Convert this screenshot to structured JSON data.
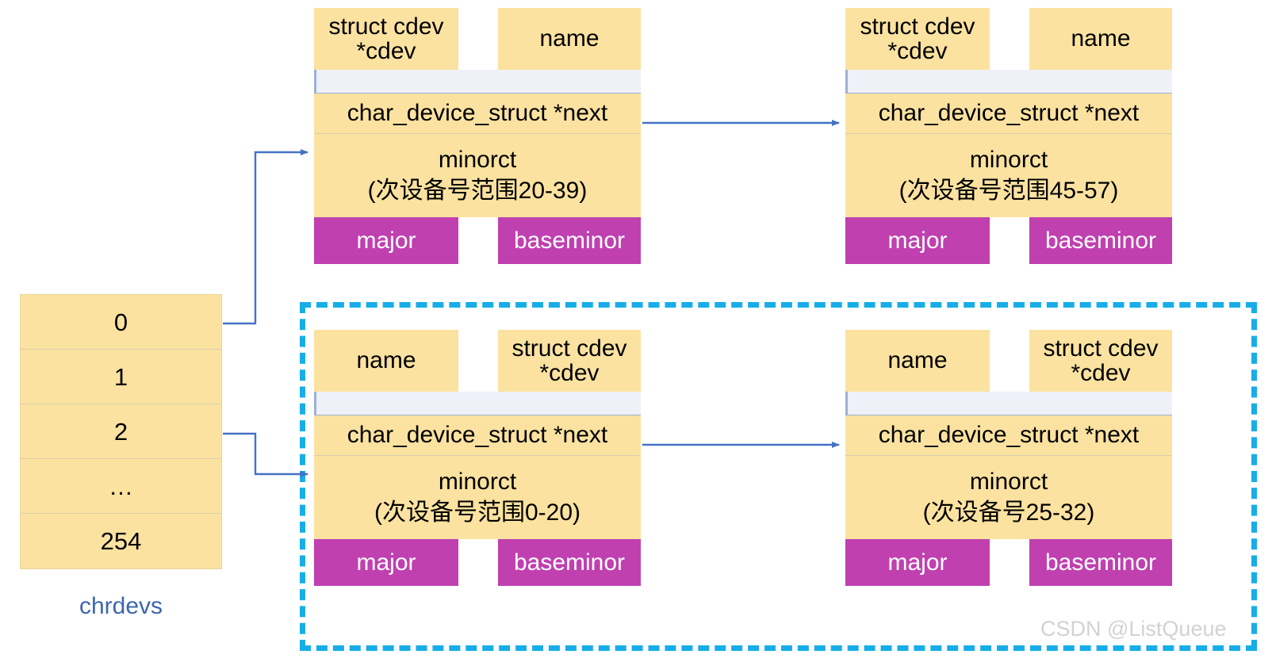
{
  "diagram": {
    "title": "chrdevs char_device_struct hash table",
    "colors": {
      "cell_yellow": "#FBE2A0",
      "footer_magenta": "#C040B0",
      "strip_lavender": "#EEF1F8",
      "arrow_blue": "#4472C4",
      "group_cyan": "#17AEE8",
      "label_blue": "#3E66B0",
      "watermark_gray": "#D2D2D2"
    }
  },
  "chrdevs": {
    "label": "chrdevs",
    "rows": [
      "0",
      "1",
      "2",
      "…",
      "254"
    ]
  },
  "nodes": [
    {
      "id": "top-left",
      "header_left": "struct cdev\n*cdev",
      "header_right": "name",
      "next": "char_device_struct *next",
      "minorct_label": "minorct",
      "minorct_range": "(次设备号范围20-39)",
      "footer_left": "major",
      "footer_right": "baseminor"
    },
    {
      "id": "top-right",
      "header_left": "struct cdev\n*cdev",
      "header_right": "name",
      "next": "char_device_struct *next",
      "minorct_label": "minorct",
      "minorct_range": "(次设备号范围45-57)",
      "footer_left": "major",
      "footer_right": "baseminor"
    },
    {
      "id": "bottom-left",
      "header_left": "name",
      "header_right": "struct cdev\n*cdev",
      "next": "char_device_struct *next",
      "minorct_label": "minorct",
      "minorct_range": "(次设备号范围0-20)",
      "footer_left": "major",
      "footer_right": "baseminor"
    },
    {
      "id": "bottom-right",
      "header_left": "name",
      "header_right": "struct cdev\n*cdev",
      "next": "char_device_struct *next",
      "minorct_label": "minorct",
      "minorct_range": "(次设备号25-32)",
      "footer_left": "major",
      "footer_right": "baseminor"
    }
  ],
  "watermark": "CSDN @ListQueue"
}
